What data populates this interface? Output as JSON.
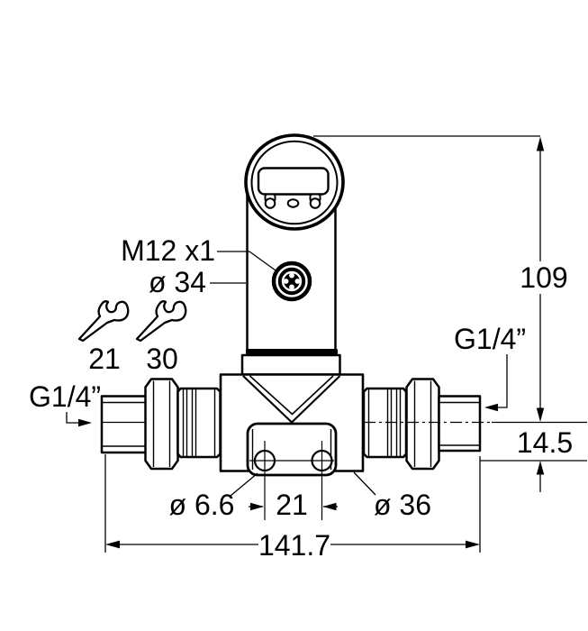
{
  "drawing": {
    "labels": {
      "connector_thread": "M12 x1",
      "housing_diameter": "ø 34",
      "wrench_size_left": "21",
      "wrench_size_right": "30",
      "port_left": "G1/4”",
      "port_right": "G1/4”",
      "overall_height": "109",
      "hole_axis_offset": "14.5",
      "mounting_hole_diameter": "ø 6.6",
      "mounting_hole_spacing": "21",
      "boss_diameter": "ø 36",
      "overall_length": "141.7"
    },
    "colors": {
      "line": "#000000",
      "background": "#ffffff"
    }
  }
}
